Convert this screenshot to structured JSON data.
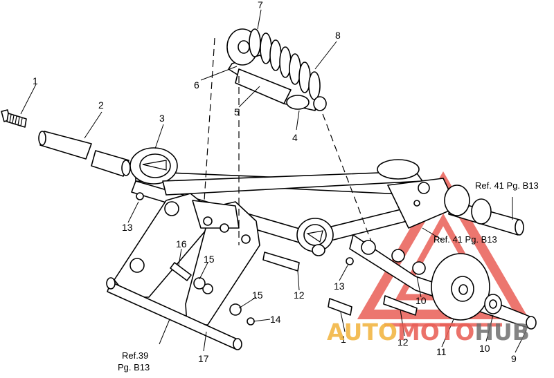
{
  "callouts": {
    "n1a": "1",
    "n1b": "1",
    "n2": "2",
    "n3": "3",
    "n4": "4",
    "n5": "5",
    "n6": "6",
    "n7": "7",
    "n8": "8",
    "n9": "9",
    "n10a": "10",
    "n10b": "10",
    "n11": "11",
    "n12a": "12",
    "n12b": "12",
    "n13a": "13",
    "n13b": "13",
    "n14": "14",
    "n15a": "15",
    "n15b": "15",
    "n16": "16",
    "n17": "17"
  },
  "references": {
    "ref41_top": "Ref. 41 Pg. B13",
    "ref41_mid": "Ref. 41 Pg. B13",
    "ref39_line1": "Ref.39",
    "ref39_line2": "Pg. B13"
  },
  "watermark": {
    "part1": "AUTO",
    "part2": "MOTO",
    "part3": "HUB",
    "colors": {
      "yellow": "#f2b540",
      "red": "#e95f56",
      "gray": "#6f6f6f"
    }
  }
}
